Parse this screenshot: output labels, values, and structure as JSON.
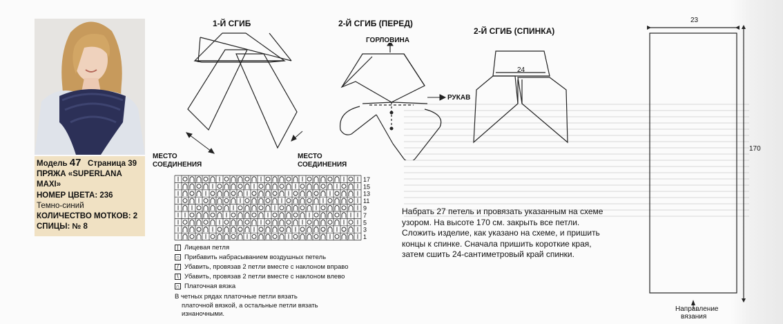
{
  "model": {
    "model_label": "Модель",
    "model_number": "47",
    "page_label": "Страница 39",
    "yarn_line1": "ПРЯЖА «SUPERLANA",
    "yarn_line2": "MAXI»",
    "color_number": "НОМЕР ЦВЕТА: 236",
    "color_name": "Темно-синий",
    "skeins": "КОЛИЧЕСТВО МОТКОВ: 2",
    "needles": "СПИЦЫ: № 8"
  },
  "diagrams": {
    "fold1_title": "1-Й СГИБ",
    "fold2_front_title": "2-Й СГИБ (ПЕРЕД)",
    "fold2_back_title": "2-Й СГИБ (СПИНКА)",
    "neckline": "ГОРЛОВИНА",
    "sleeve": "РУКАВ",
    "join_left_line1": "МЕСТО",
    "join_left_line2": "СОЕДИНЕНИЯ",
    "join_right_line1": "МЕСТО",
    "join_right_line2": "СОЕДИНЕНИЯ",
    "back_width": "24",
    "pattern_width": "23",
    "pattern_height": "170",
    "direction_line1": "Направление",
    "direction_line2": "вязания"
  },
  "chart": {
    "row_numbers": [
      "17",
      "15",
      "13",
      "11",
      "9",
      "7",
      "5",
      "3",
      "1"
    ]
  },
  "legend": {
    "items": [
      {
        "symbol": "|",
        "text": "Лицевая петля"
      },
      {
        "symbol": "o",
        "text": "Прибавить набрасыванием воздушных петель"
      },
      {
        "symbol": "/",
        "text": "Убавить, провязав 2 петли вместе с наклоном вправо"
      },
      {
        "symbol": "\\",
        "text": "Убавить, провязав 2 петли вместе с наклоном влево"
      },
      {
        "symbol": "n",
        "text": "Платочная вязка"
      }
    ],
    "note_line1": "В четных рядах платочные петли вязать",
    "note_line2": "платочной вязкой, а остальные петли вязать",
    "note_line3": "изнаночными."
  },
  "instructions": {
    "line1": "Набрать 27 петель и провязать указанным на схеме",
    "line2": "узором. На высоте 170 см. закрыть все петли.",
    "line3": "Сложить изделие, как указано на схеме, и пришить",
    "line4": "концы к спинке. Сначала пришить короткие края,",
    "line5": "затем сшить 24-сантиметровый край спинки."
  },
  "colors": {
    "caption_bg": "#f0e1c3",
    "scarf": "#2c3057",
    "hair": "#c79a5c",
    "shirt": "#dfe3ea"
  }
}
